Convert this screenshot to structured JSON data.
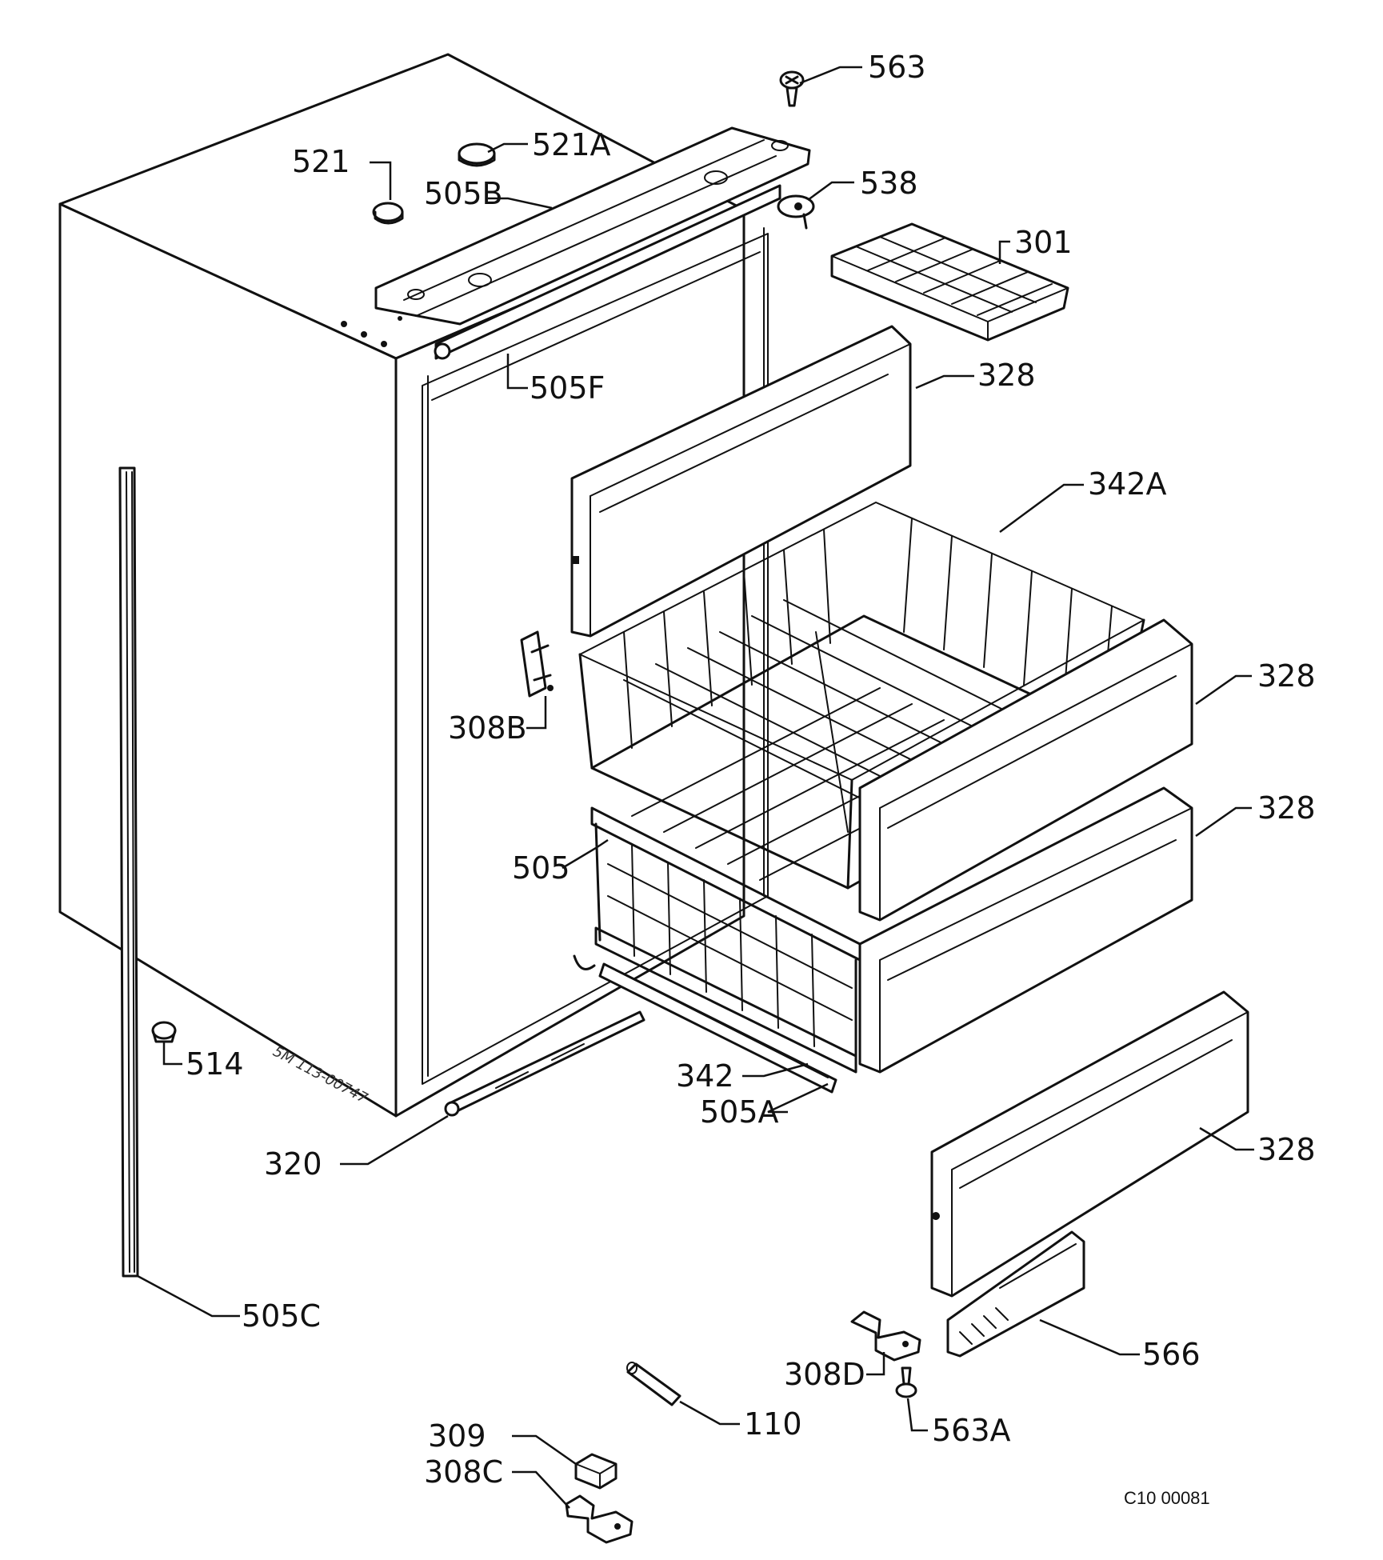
{
  "labels": [
    {
      "id": "563",
      "text": "563"
    },
    {
      "id": "521A",
      "text": "521A"
    },
    {
      "id": "521",
      "text": "521"
    },
    {
      "id": "505B",
      "text": "505B"
    },
    {
      "id": "538",
      "text": "538"
    },
    {
      "id": "301",
      "text": "301"
    },
    {
      "id": "505F",
      "text": "505F"
    },
    {
      "id": "328a",
      "text": "328"
    },
    {
      "id": "342A",
      "text": "342A"
    },
    {
      "id": "328b",
      "text": "328"
    },
    {
      "id": "308B",
      "text": "308B"
    },
    {
      "id": "328c",
      "text": "328"
    },
    {
      "id": "505",
      "text": "505"
    },
    {
      "id": "514",
      "text": "514"
    },
    {
      "id": "342",
      "text": "342"
    },
    {
      "id": "505A",
      "text": "505A"
    },
    {
      "id": "320",
      "text": "320"
    },
    {
      "id": "328d",
      "text": "328"
    },
    {
      "id": "505C",
      "text": "505C"
    },
    {
      "id": "566",
      "text": "566"
    },
    {
      "id": "308D",
      "text": "308D"
    },
    {
      "id": "110",
      "text": "110"
    },
    {
      "id": "563A",
      "text": "563A"
    },
    {
      "id": "309",
      "text": "309"
    },
    {
      "id": "308C",
      "text": "308C"
    }
  ],
  "drawing_code": "C10 00081",
  "stamp": "5M 113-00747"
}
